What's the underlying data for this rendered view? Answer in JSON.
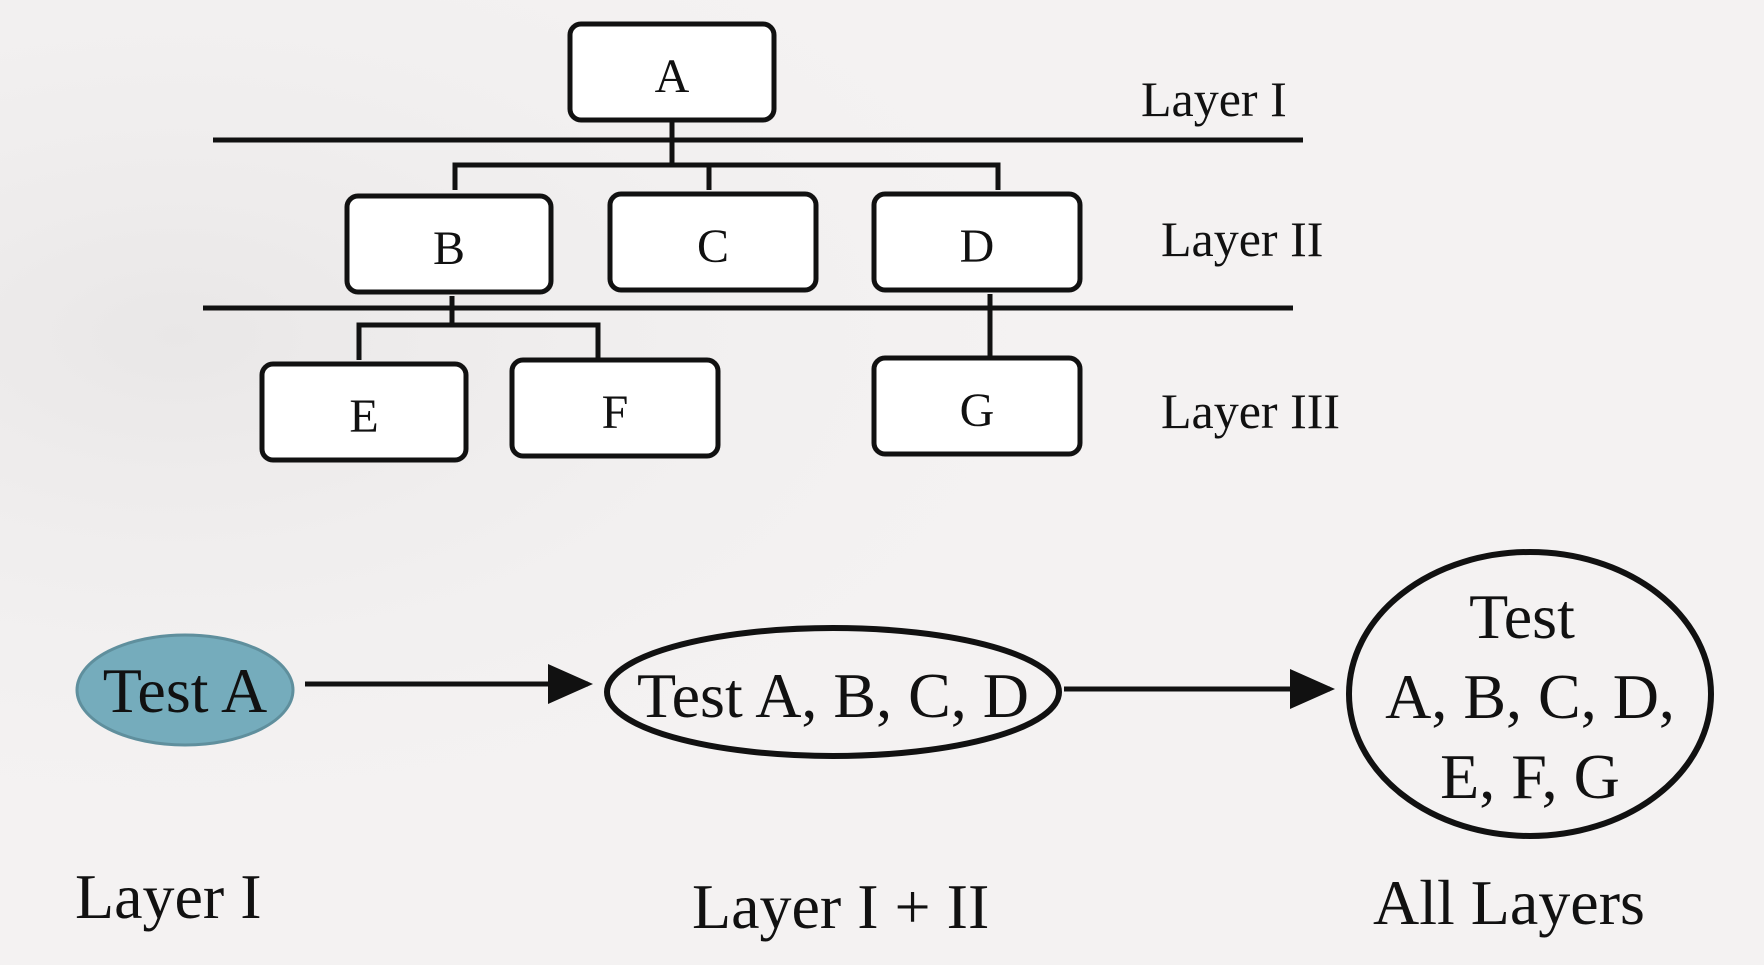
{
  "hierarchy": {
    "nodes": {
      "A": "A",
      "B": "B",
      "C": "C",
      "D": "D",
      "E": "E",
      "F": "F",
      "G": "G"
    },
    "layer_labels": {
      "layer1": "Layer I",
      "layer2": "Layer II",
      "layer3": "Layer III"
    }
  },
  "flow": {
    "step1": {
      "text": "Test A",
      "caption": "Layer I",
      "fill": "#75acbc"
    },
    "step2": {
      "text": "Test A, B, C, D",
      "caption": "Layer I + II"
    },
    "step3": {
      "line1": "Test",
      "line2": "A, B, C, D,",
      "line3": "E, F, G",
      "caption": "All Layers"
    }
  }
}
